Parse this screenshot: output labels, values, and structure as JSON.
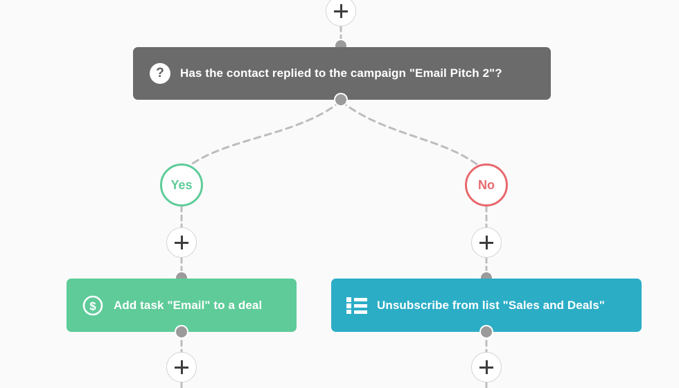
{
  "canvas": {
    "background": "#fafafa",
    "wire_color": "#bdbdbd",
    "socket_color": "#9b9b9b"
  },
  "nodes": {
    "condition": {
      "label": "Has the contact replied to the campaign \"Email Pitch 2\"?",
      "icon": "question-mark-icon",
      "icon_glyph": "?",
      "color": "#6b6b6b",
      "text_color": "#ffffff"
    },
    "yes_branch": {
      "label": "Yes",
      "color": "#5ecb99"
    },
    "no_branch": {
      "label": "No",
      "color": "#e8686d"
    },
    "action_deal": {
      "label": "Add task \"Email\" to a deal",
      "icon": "dollar-circle-icon",
      "color": "#5ecb99",
      "text_color": "#ffffff"
    },
    "action_unsubscribe": {
      "label": "Unsubscribe from list \"Sales and Deals\"",
      "icon": "list-icon",
      "color": "#2cadc6",
      "text_color": "#ffffff"
    }
  },
  "buttons": {
    "add_top": "+",
    "add_yes": "+",
    "add_no": "+",
    "add_below_deal": "+",
    "add_below_unsubscribe": "+"
  }
}
